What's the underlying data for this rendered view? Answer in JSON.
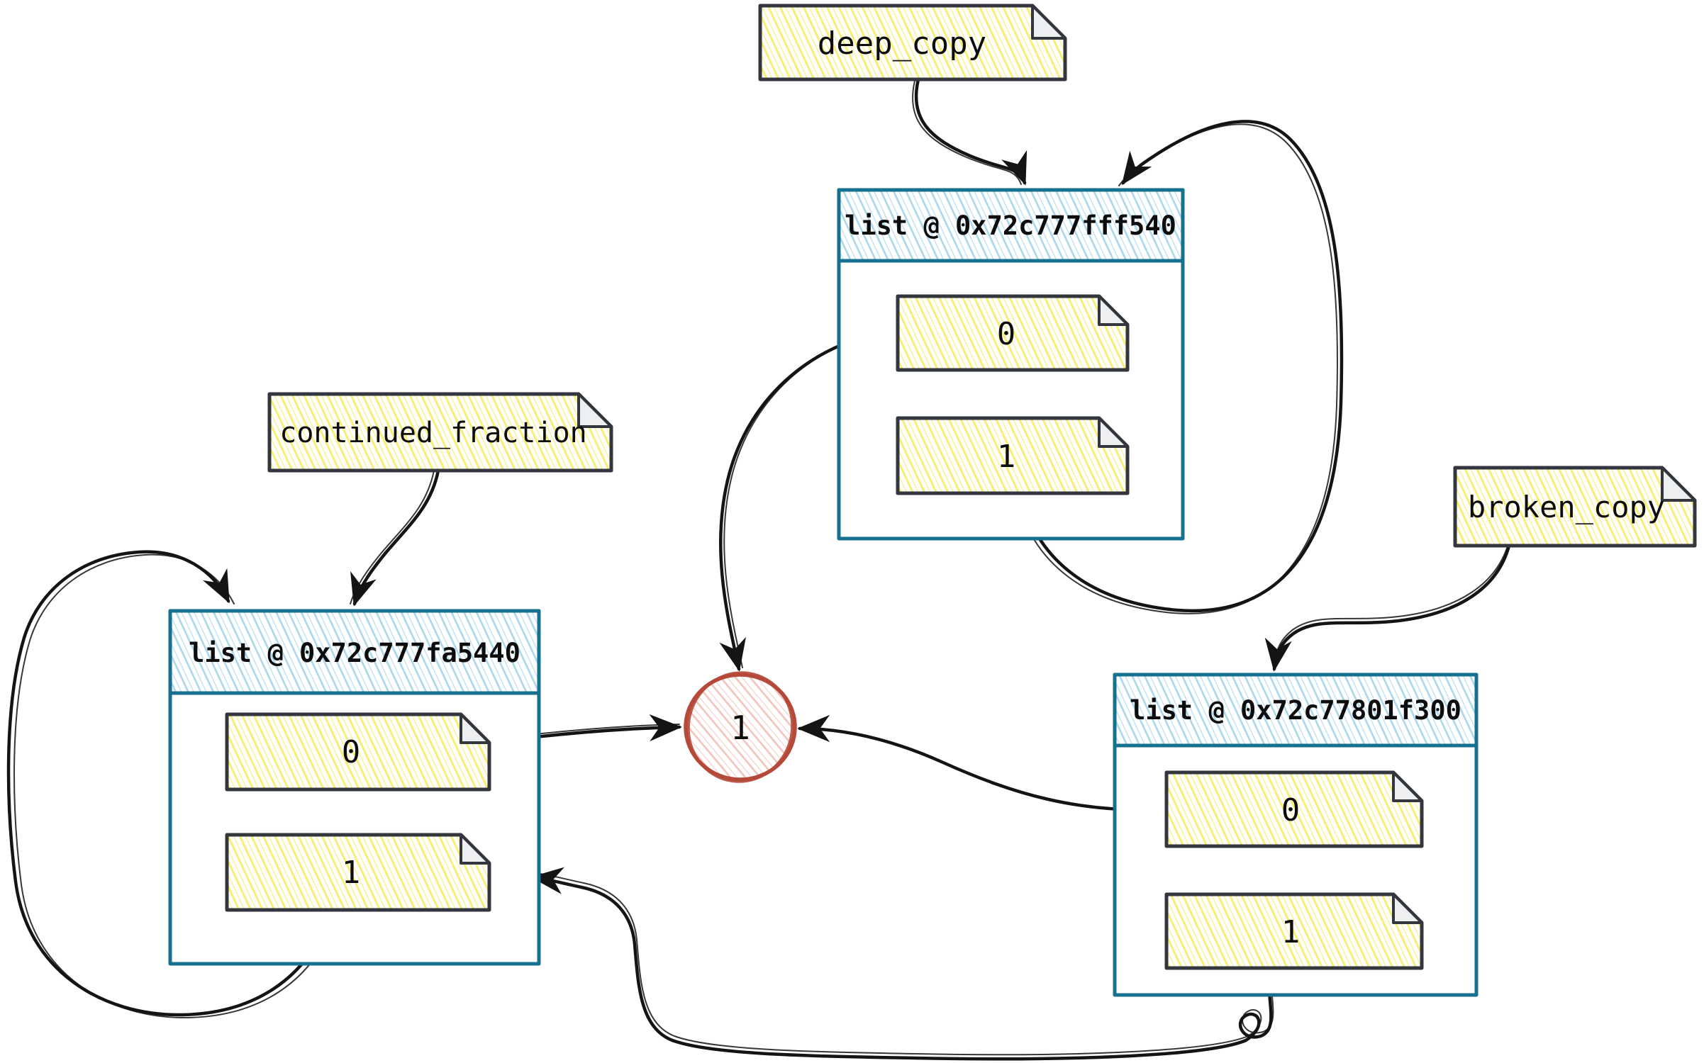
{
  "variables": [
    {
      "label": "deep_copy"
    },
    {
      "label": "continued_fraction"
    },
    {
      "label": "broken_copy"
    }
  ],
  "lists": [
    {
      "title": "list @ 0x72c777fff540",
      "items": [
        "0",
        "1"
      ]
    },
    {
      "title": "list @ 0x72c777fa5440",
      "items": [
        "0",
        "1"
      ]
    },
    {
      "title": "list @ 0x72c77801f300",
      "items": [
        "0",
        "1"
      ]
    }
  ],
  "shared_value": {
    "label": "1"
  },
  "edges": [
    {
      "from": "deep_copy",
      "to": "list @ 0x72c777fff540"
    },
    {
      "from": "continued_fraction",
      "to": "list @ 0x72c777fa5440"
    },
    {
      "from": "broken_copy",
      "to": "list @ 0x72c77801f300"
    },
    {
      "from": "list @ 0x72c777fff540 [0]",
      "to": "1"
    },
    {
      "from": "list @ 0x72c777fff540 [1]",
      "to": "list @ 0x72c777fff540"
    },
    {
      "from": "list @ 0x72c777fa5440 [0]",
      "to": "1"
    },
    {
      "from": "list @ 0x72c777fa5440 [1]",
      "to": "list @ 0x72c777fa5440"
    },
    {
      "from": "list @ 0x72c77801f300 [0]",
      "to": "1"
    },
    {
      "from": "list @ 0x72c77801f300 [1]",
      "to": "list @ 0x72c777fa5440"
    }
  ],
  "colors": {
    "box_border": "#15718f",
    "box_header_hatch": "#a9d7ec",
    "note_border": "#33373d",
    "note_hatch": "#f7ee6d",
    "value_circle": "#b5493a",
    "value_hatch": "#f2c3ba",
    "wire": "#141414"
  }
}
